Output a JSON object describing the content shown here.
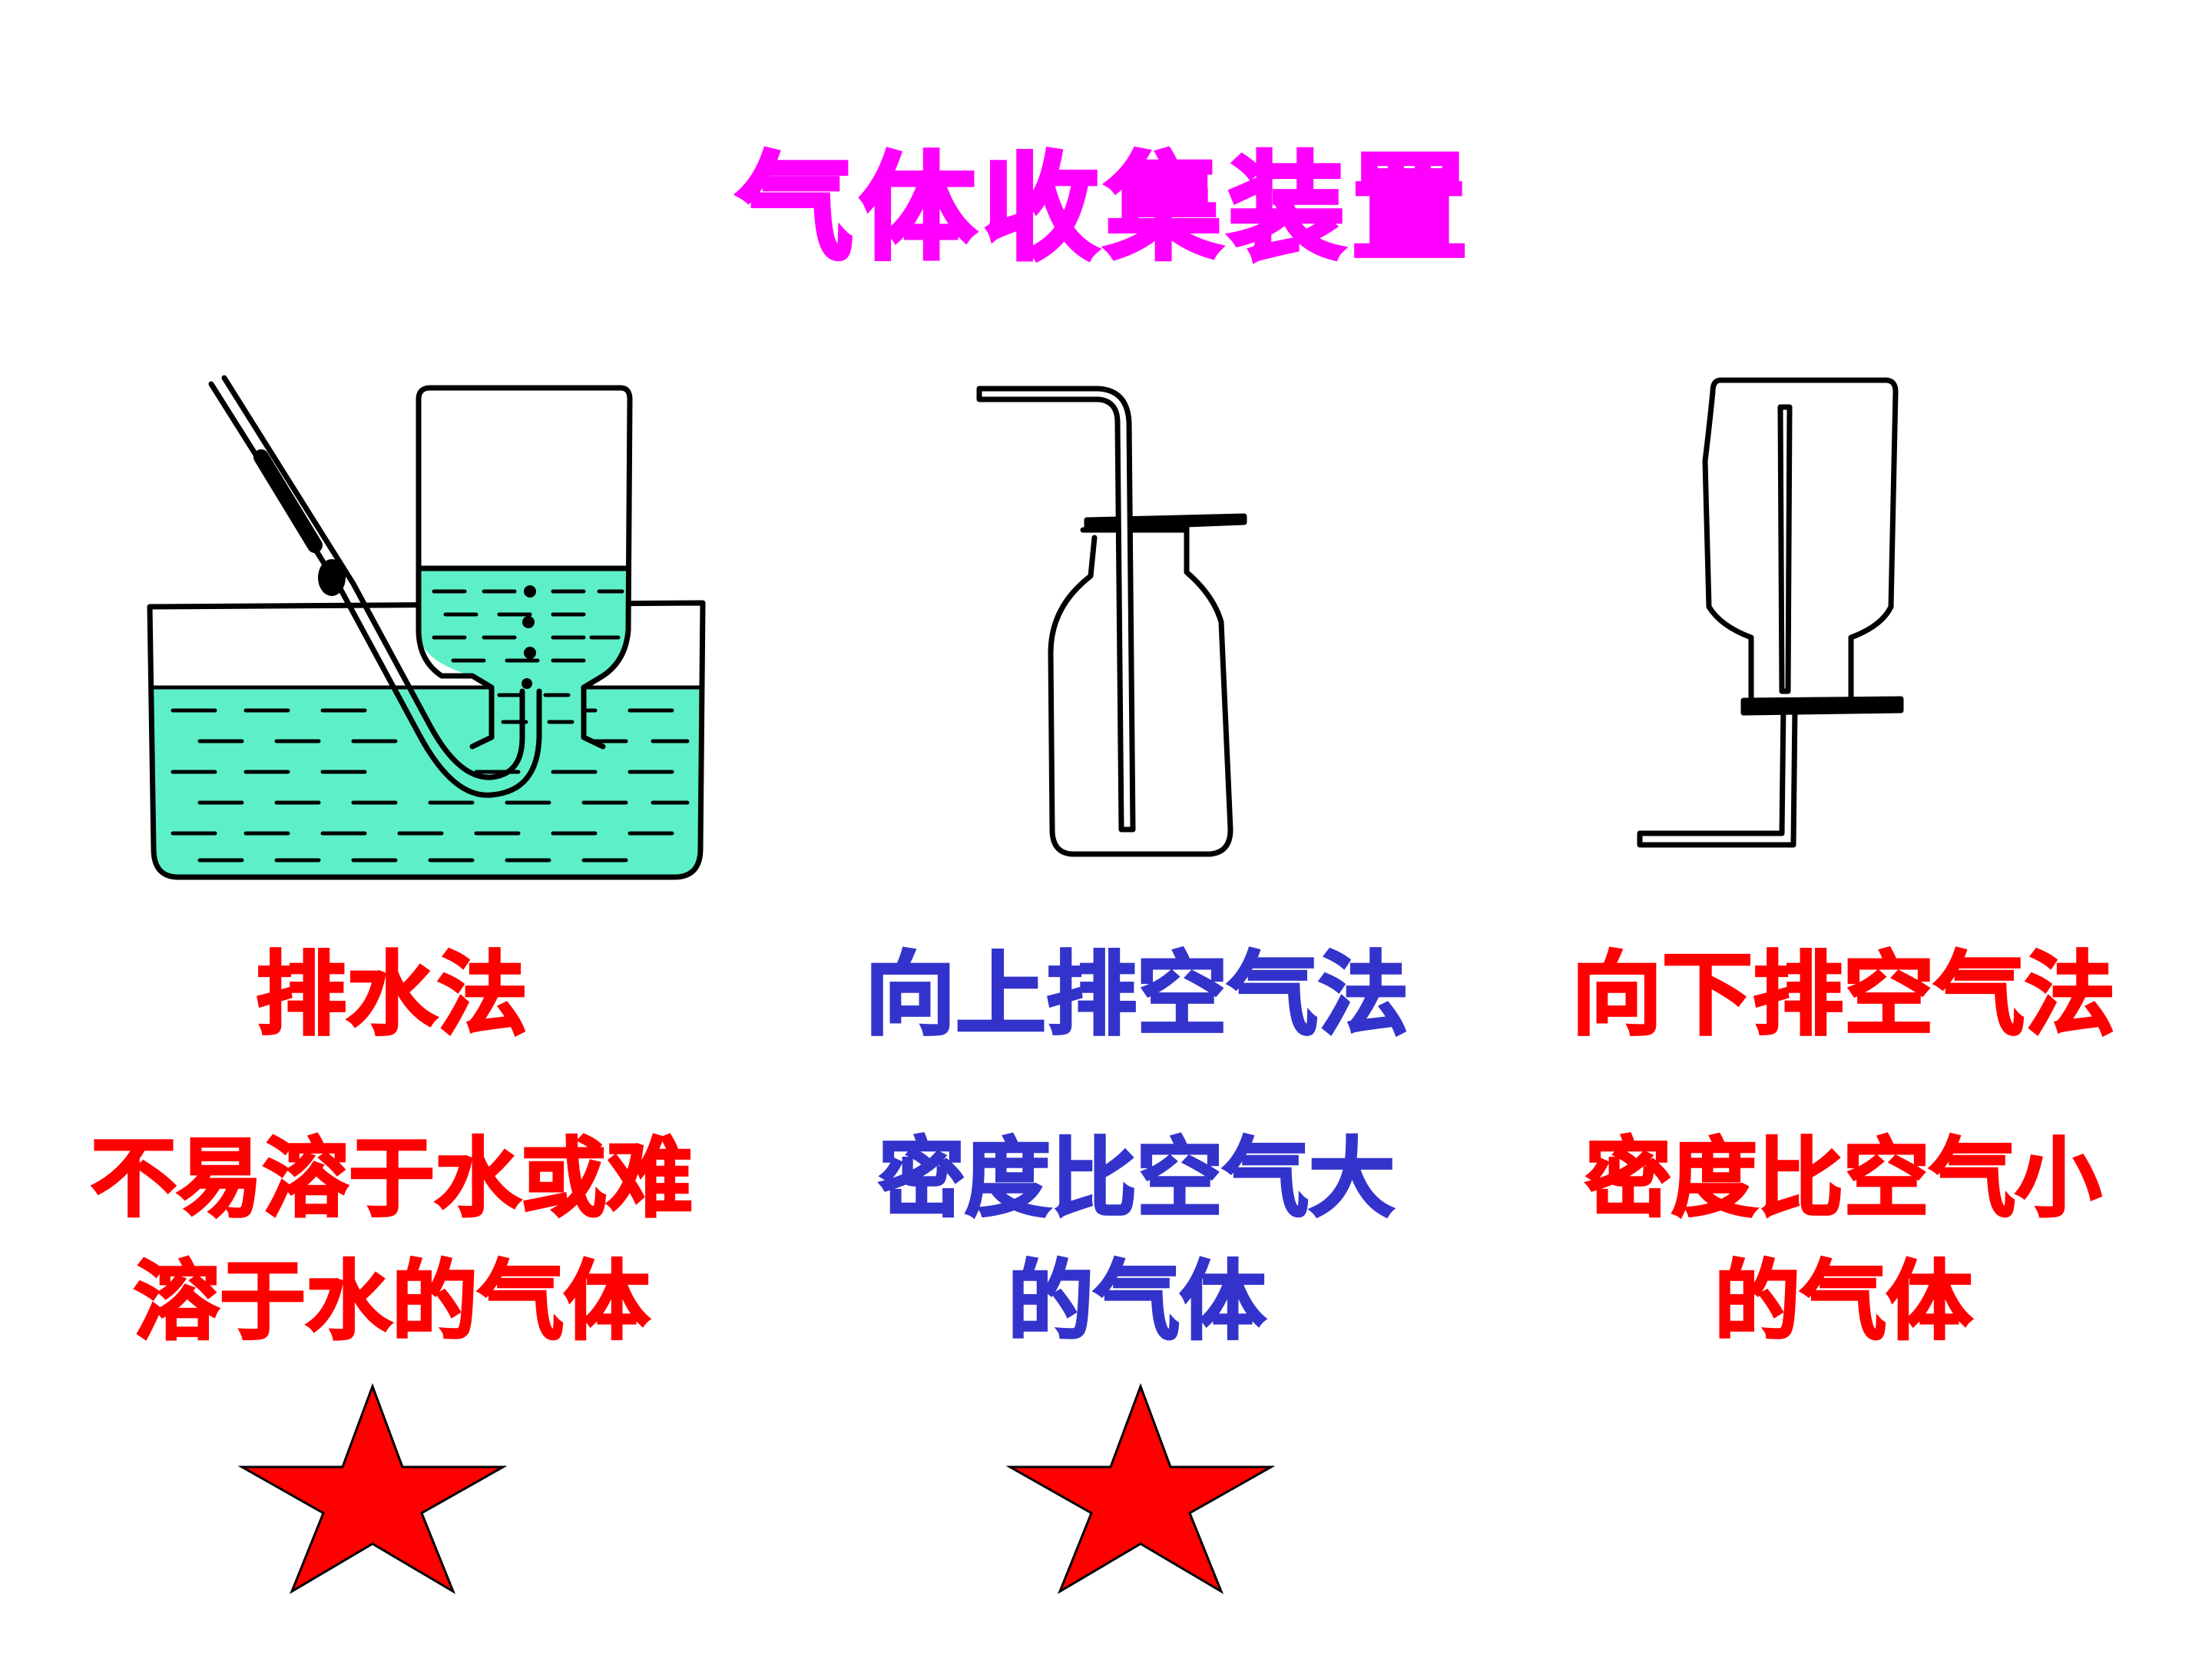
{
  "title": {
    "text": "气体收集装置",
    "color": "#ff00ff"
  },
  "methods": [
    {
      "name": "排水法",
      "desc_lines": [
        "不易溶于水或难",
        "溶于水的气体"
      ],
      "color": "#ff0000",
      "starred": true
    },
    {
      "name": "向上排空气法",
      "desc_lines": [
        "密度比空气大",
        "的气体"
      ],
      "color": "#3333cc",
      "starred": true
    },
    {
      "name": "向下排空气法",
      "desc_lines": [
        "密度比空气小",
        "的气体"
      ],
      "color": "#ff0000",
      "starred": false
    }
  ],
  "colors": {
    "water": "#5df0c8",
    "outline": "#000000",
    "star": "#ff0000"
  },
  "icons": [
    "water-displacement-apparatus",
    "upward-air-displacement-bottle",
    "downward-air-displacement-bottle",
    "star-icon"
  ]
}
